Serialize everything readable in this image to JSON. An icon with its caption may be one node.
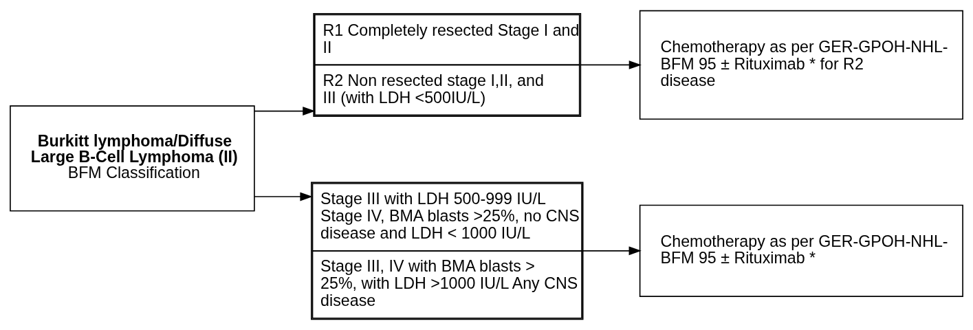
{
  "diagram": {
    "nodes": [
      {
        "text": [
          "Burkitt lymphoma/Diffuse Large B-Cell Lymphoma (II)",
          "BFM Classification"
        ]
      },
      {
        "text": [
          "R1 Completely resected Stage I and II",
          "R2 Non resected stage I,II, and III (with LDH <500IU/L)"
        ]
      },
      {
        "text": [
          "Chemotherapy as per GER-GPOH-NHL-BFM 95 ± Rituximab * for R2 disease"
        ]
      },
      {
        "text": [
          "Stage III with LDH 500-999 IU/L Stage IV, BMA blasts >25%, no CNS disease and LDH < 1000 IU/L",
          "Stage III, IV with BMA blasts > 25%, with LDH >1000 IU/L Any CNS disease"
        ]
      },
      {
        "text": [
          "Chemotherapy as per GER-GPOH-NHL-BFM 95 ± Rituximab *"
        ]
      }
    ],
    "edges": [
      {
        "from": 0,
        "to": 1,
        "arrow": "to"
      },
      {
        "from": 1,
        "to": 2,
        "arrow": "to"
      },
      {
        "from": 0,
        "to": 3,
        "arrow": "to"
      },
      {
        "from": 3,
        "to": 4,
        "arrow": "to"
      }
    ]
  }
}
